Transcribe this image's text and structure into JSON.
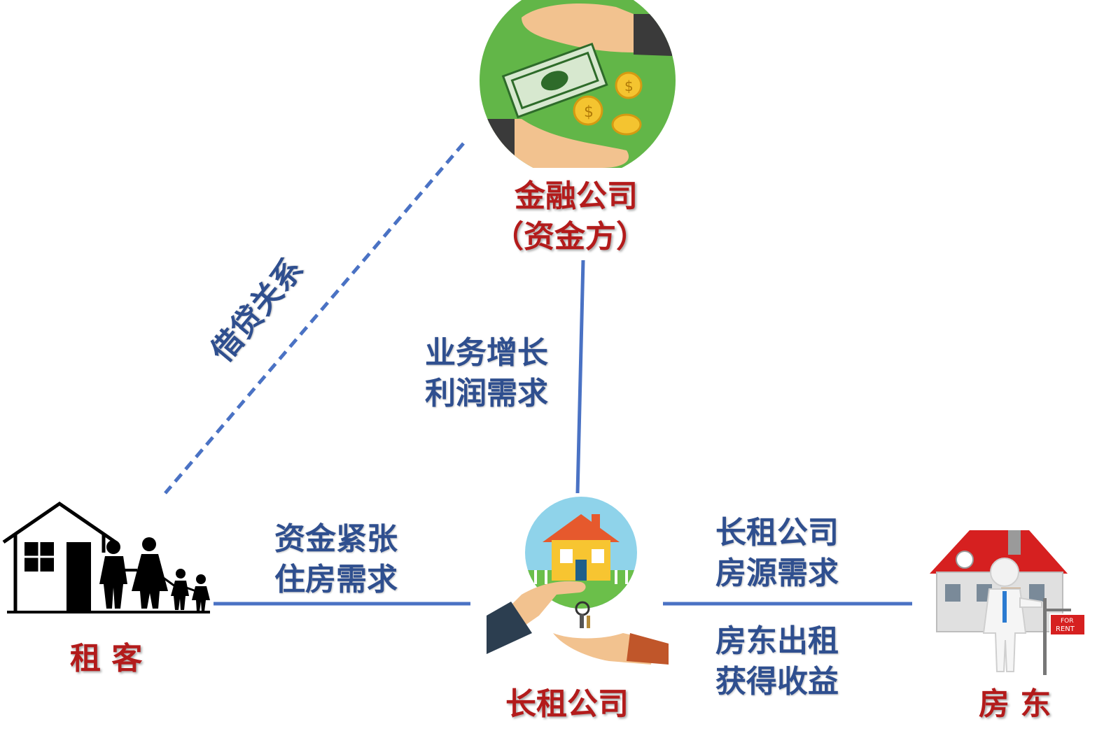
{
  "nodes": {
    "finance": {
      "line1": "金融公司",
      "line2": "（资金方）"
    },
    "tenant": {
      "label": "租 客"
    },
    "rental_company": {
      "label": "长租公司"
    },
    "landlord": {
      "label": "房 东"
    }
  },
  "edges": {
    "finance_tenant": {
      "label": "借贷关系"
    },
    "finance_rental": {
      "line1": "业务增长",
      "line2": "利润需求"
    },
    "tenant_rental": {
      "line1": "资金紧张",
      "line2": "住房需求"
    },
    "rental_landlord_top": {
      "line1": "长租公司",
      "line2": "房源需求"
    },
    "rental_landlord_bottom": {
      "line1": "房东出租",
      "line2": "获得收益"
    }
  },
  "icons": {
    "finance": "money-exchange-icon",
    "tenant": "family-house-icon",
    "rental_company": "house-keys-handover-icon",
    "landlord": "landlord-for-rent-icon",
    "for_rent_sign": {
      "line1": "FOR",
      "line2": "RENT"
    }
  },
  "colors": {
    "line": "#4a72c4",
    "node_label": "#b31b1b",
    "edge_label": "#2f4f8f",
    "finance_bg": "#62b648"
  }
}
